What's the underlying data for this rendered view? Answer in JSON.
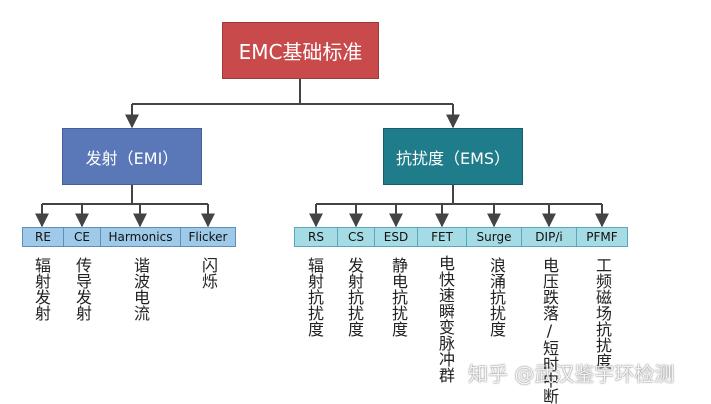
{
  "root": {
    "label": "EMC基础标准"
  },
  "emi": {
    "label": "发射（EMI）",
    "items": [
      {
        "code": "RE",
        "desc": "辐射发射"
      },
      {
        "code": "CE",
        "desc": "传导发射"
      },
      {
        "code": "Harmonics",
        "desc": "谐波电流"
      },
      {
        "code": "Flicker",
        "desc": "闪烁"
      }
    ]
  },
  "ems": {
    "label": "抗扰度（EMS）",
    "items": [
      {
        "code": "RS",
        "desc": "辐射抗扰度"
      },
      {
        "code": "CS",
        "desc": "发射抗扰度"
      },
      {
        "code": "ESD",
        "desc": "静电抗扰度"
      },
      {
        "code": "FET",
        "desc": "电快速瞬变脉冲群"
      },
      {
        "code": "Surge",
        "desc": "浪涌抗扰度"
      },
      {
        "code": "DIP/i",
        "desc": "电压跌落/短时中断"
      },
      {
        "code": "PFMF",
        "desc": "工频磁场抗扰度"
      }
    ]
  },
  "watermark": "知乎 @武汉鉴宇环检测",
  "colors": {
    "root": "#c84a4a",
    "emi": "#5a78b8",
    "ems": "#1f7c8a",
    "emi_cell": "#9ec9e8",
    "ems_cell": "#a5dbe4",
    "connector": "#444444"
  }
}
